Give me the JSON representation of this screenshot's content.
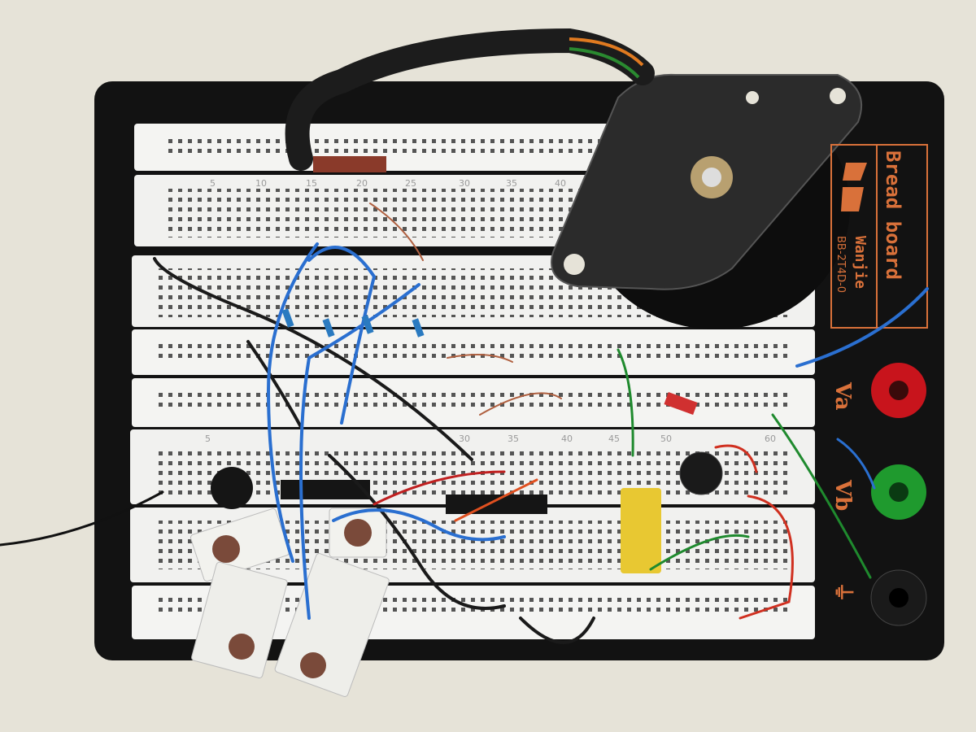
{
  "board": {
    "brand": "Bread board",
    "maker": "Wanjie",
    "model": "BB-2T4D-0",
    "terminals": [
      {
        "label": "Va",
        "color": "#c8141c"
      },
      {
        "label": "Vb",
        "color": "#1f9a2e"
      },
      {
        "label": "⏚",
        "color": "#111111"
      }
    ],
    "upper_column_numbers": [
      "5",
      "10",
      "15",
      "20",
      "25",
      "30",
      "35",
      "40"
    ],
    "lower_column_numbers": [
      "5",
      "30",
      "35",
      "40",
      "45",
      "50",
      "60"
    ]
  },
  "colors": {
    "background": "#e6e3d8",
    "board": "#111111",
    "strip": "#f4f4f2",
    "accent": "#d9713a"
  }
}
